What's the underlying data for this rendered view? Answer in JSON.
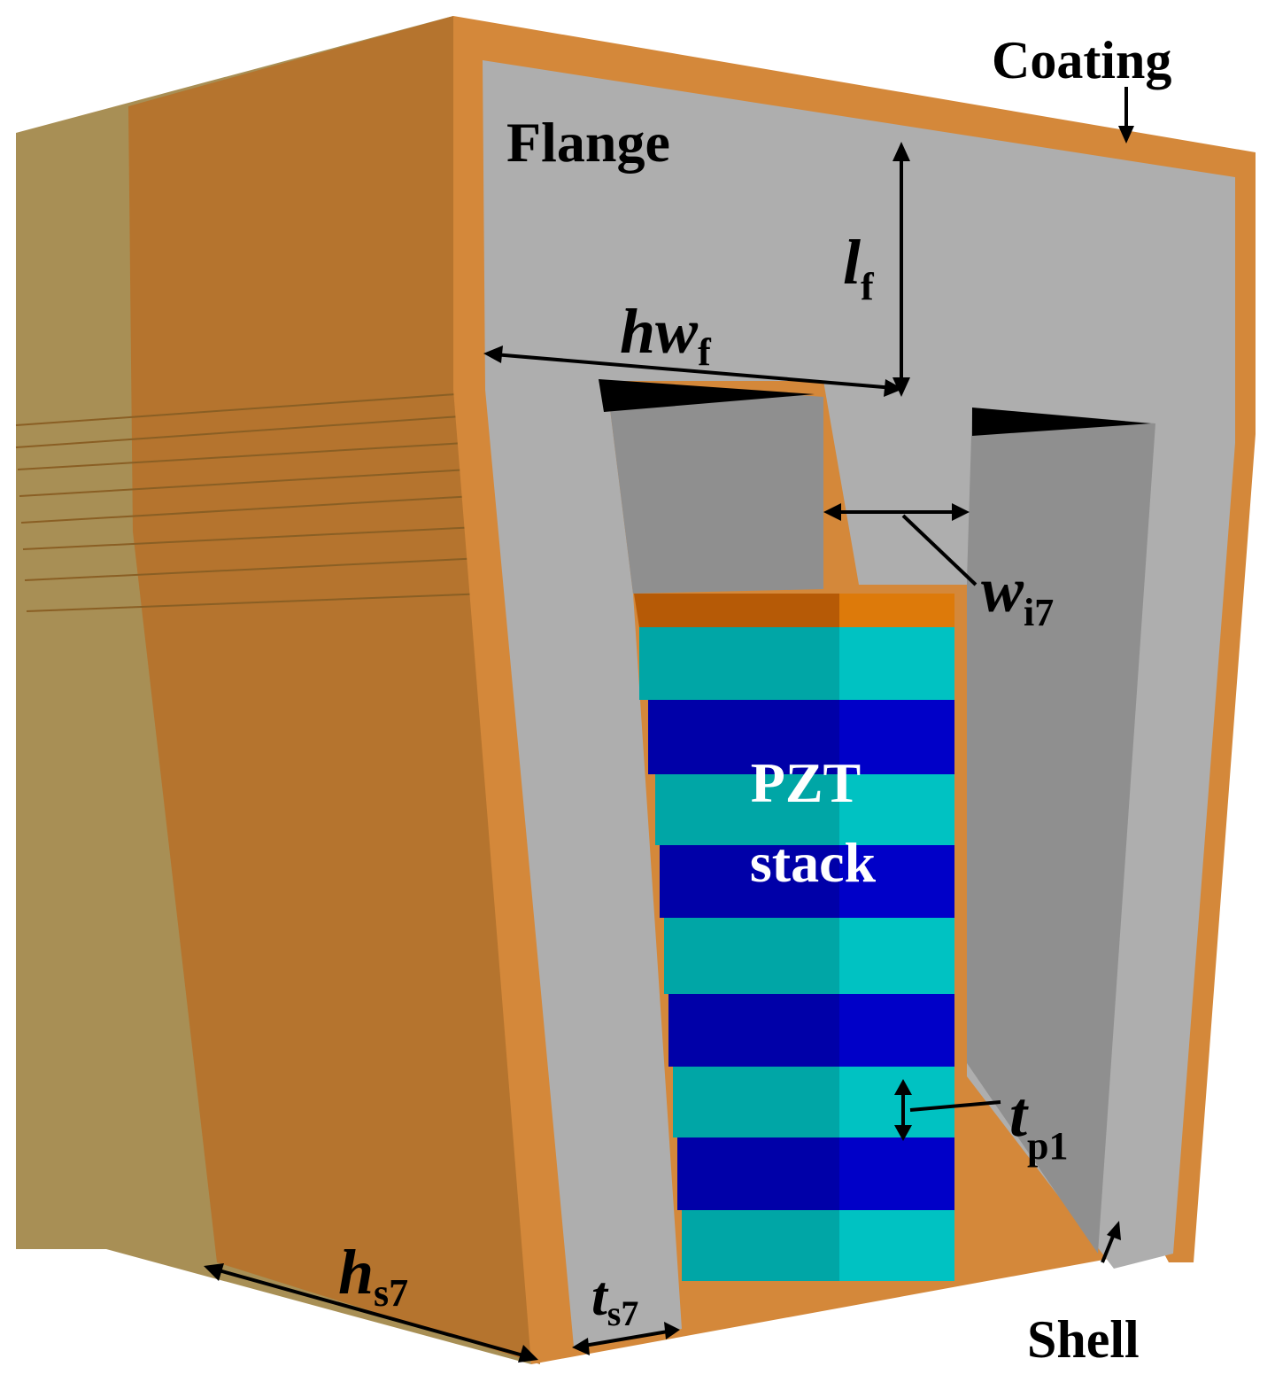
{
  "labels": {
    "coating": "Coating",
    "flange": "Flange",
    "shell": "Shell",
    "pzt_line1": "PZT",
    "pzt_line2": "stack"
  },
  "dimensions": {
    "lf": {
      "main": "l",
      "sub": "f"
    },
    "hwf": {
      "main": "hw",
      "sub": "f"
    },
    "wi7": {
      "main": "w",
      "sub": "i7"
    },
    "tp1": {
      "main": "t",
      "sub": "p1"
    },
    "hs7": {
      "main": "h",
      "sub": "s7"
    },
    "ts7": {
      "main": "t",
      "sub": "s7"
    }
  },
  "colors": {
    "coating": "#d4883a",
    "shell_side_light": "#a88f55",
    "shell_side_orange": "#b5742e",
    "flange_grey": "#aeaeae",
    "inner_grey": "#8f8f8f",
    "pzt_light": "#00c2c2",
    "pzt_dark": "#0000c8",
    "top_plate": "#dd7a0a"
  }
}
